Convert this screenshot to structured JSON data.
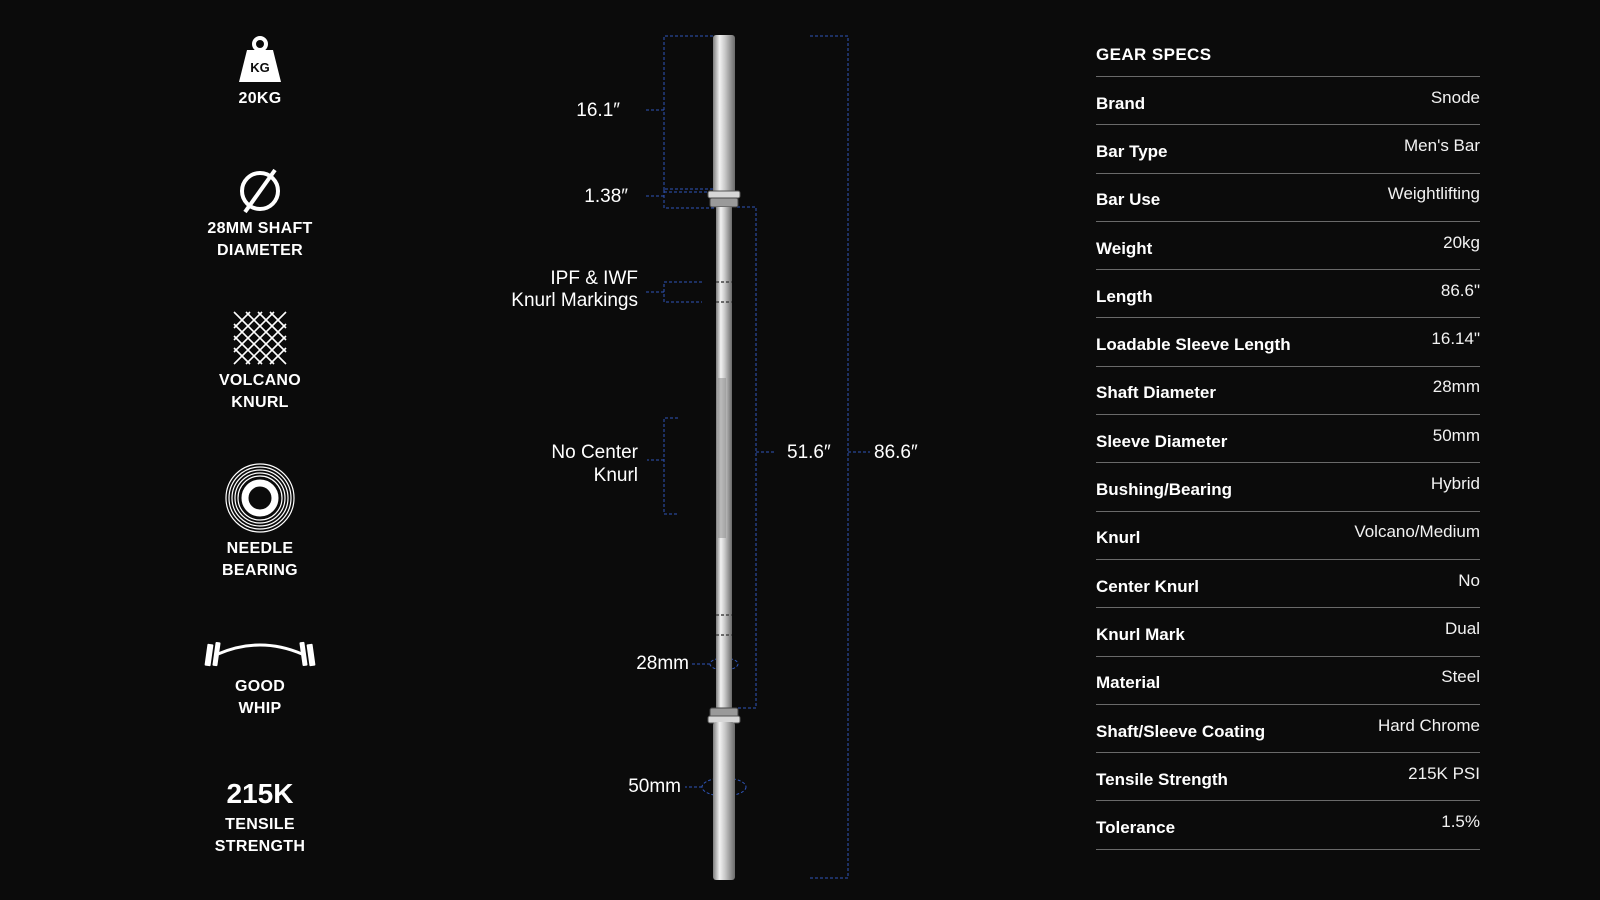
{
  "features": [
    {
      "icon": "kg-weight-icon",
      "label_lines": [
        "20KG"
      ]
    },
    {
      "icon": "diameter-icon",
      "label_lines": [
        "28MM SHAFT",
        "DIAMETER"
      ]
    },
    {
      "icon": "knurl-pattern-icon",
      "label_lines": [
        "VOLCANO",
        "KNURL"
      ]
    },
    {
      "icon": "bearing-icon",
      "label_lines": [
        "NEEDLE",
        "BEARING"
      ]
    },
    {
      "icon": "barbell-whip-icon",
      "label_lines": [
        "GOOD",
        "WHIP"
      ]
    },
    {
      "big": "215K",
      "label_lines": [
        "TENSILE",
        "STRENGTH"
      ]
    }
  ],
  "diagram": {
    "icon_kg_text": "KG",
    "sleeve_length": "16.1″",
    "collar_width": "1.38″",
    "knurl_markings_lines": [
      "IPF & IWF",
      "Knurl Markings"
    ],
    "center_knurl_lines": [
      "No Center",
      "Knurl"
    ],
    "shaft_diameter": "28mm",
    "sleeve_diameter": "50mm",
    "shaft_length": "51.6″",
    "total_length": "86.6″"
  },
  "specs": {
    "title": "GEAR SPECS",
    "rows": [
      {
        "key": "Brand",
        "value": "Snode"
      },
      {
        "key": "Bar Type",
        "value": "Men's Bar"
      },
      {
        "key": "Bar Use",
        "value": "Weightlifting"
      },
      {
        "key": "Weight",
        "value": "20kg"
      },
      {
        "key": "Length",
        "value": "86.6\""
      },
      {
        "key": "Loadable Sleeve Length",
        "value": "16.14\""
      },
      {
        "key": "Shaft Diameter",
        "value": "28mm"
      },
      {
        "key": "Sleeve Diameter",
        "value": "50mm"
      },
      {
        "key": "Bushing/Bearing",
        "value": "Hybrid"
      },
      {
        "key": "Knurl",
        "value": "Volcano/Medium"
      },
      {
        "key": "Center Knurl",
        "value": "No"
      },
      {
        "key": "Knurl Mark",
        "value": "Dual"
      },
      {
        "key": "Material",
        "value": "Steel"
      },
      {
        "key": "Shaft/Sleeve Coating",
        "value": "Hard Chrome"
      },
      {
        "key": "Tensile Strength",
        "value": "215K PSI"
      },
      {
        "key": "Tolerance",
        "value": "1.5%"
      }
    ]
  }
}
